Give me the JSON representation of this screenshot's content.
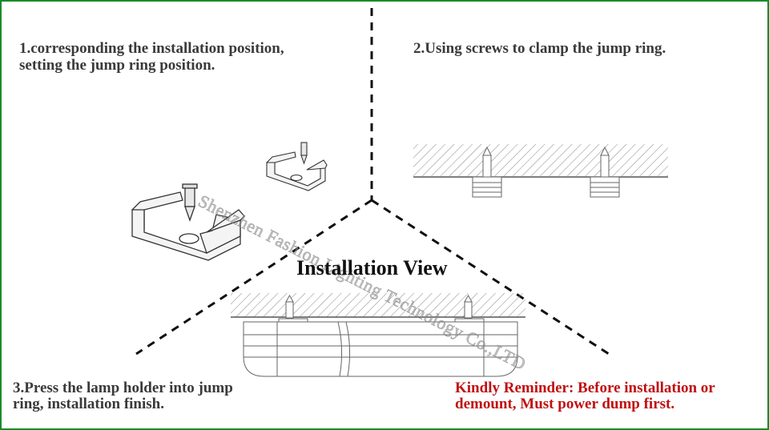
{
  "steps": {
    "step1_line1": "1.corresponding the installation position,",
    "step1_line2": "setting the jump ring position.",
    "step2": "2.Using screws to clamp the jump ring.",
    "step3_line1": "3.Press the lamp holder into jump",
    "step3_line2": "ring, installation finish."
  },
  "title": "Installation View",
  "reminder": {
    "line1": "Kindly Reminder:  Before installation or",
    "line2": "demount, Must power dump first."
  },
  "watermark": "Shenzhen Fashion Lighting Technology Co.,LTD",
  "colors": {
    "border": "#1a8a2a",
    "reminder": "#c01010",
    "text": "#3a3a3a"
  }
}
